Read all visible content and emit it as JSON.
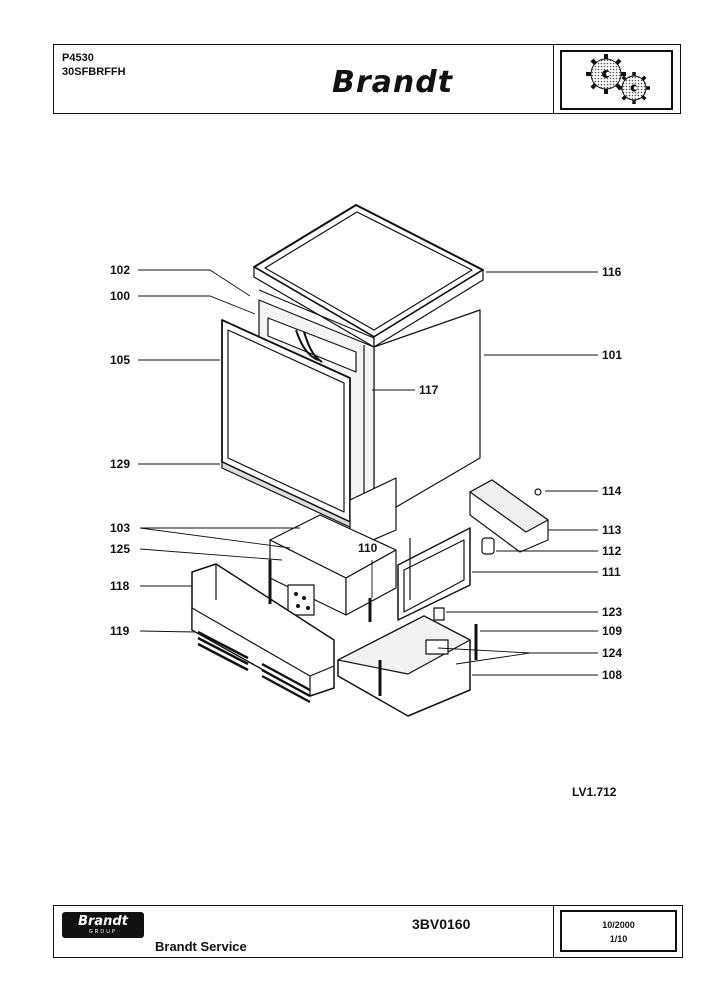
{
  "header": {
    "model": "P4530",
    "reference": "30SFBRFFH",
    "brand": "Brandt",
    "logo_icon": "gears-icon"
  },
  "callouts": {
    "c102": "102",
    "c100": "100",
    "c105": "105",
    "c129": "129",
    "c103": "103",
    "c125": "125",
    "c118": "118",
    "c119": "119",
    "c116": "116",
    "c101": "101",
    "c117": "117",
    "c114": "114",
    "c113": "113",
    "c110": "110",
    "c112": "112",
    "c111": "111",
    "c123": "123",
    "c109": "109",
    "c124": "124",
    "c108": "108"
  },
  "diagram_ref": "LV1.712",
  "footer": {
    "logo_word": "Brandt",
    "logo_group": "GROUP",
    "service": "Brandt Service",
    "document": "3BV0160",
    "date": "10/2000",
    "page": "1/10"
  }
}
